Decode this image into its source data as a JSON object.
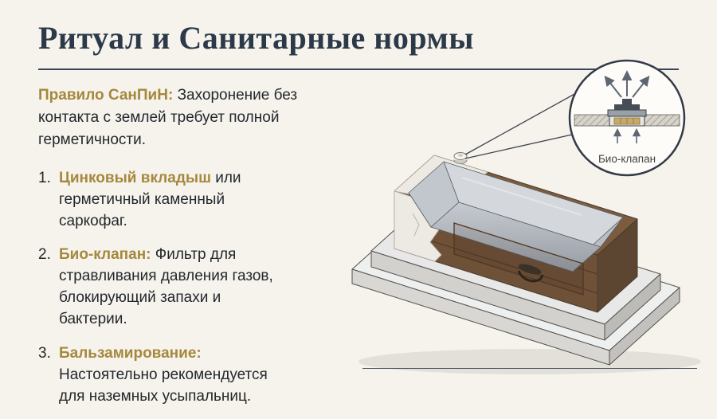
{
  "header": {
    "title": "Ритуал и Санитарные нормы"
  },
  "intro": {
    "lead": "Правило СанПиН:",
    "text": "Захоронение без контакта с землей требует полной герметичности."
  },
  "list": {
    "items": [
      {
        "num": "1.",
        "lead": "Цинковый вкладыш",
        "text": "или герметичный каменный саркофаг."
      },
      {
        "num": "2.",
        "lead": "Био-клапан:",
        "text": "Фильтр для стравливания давления газов, блокирующий запахи и бактерии."
      },
      {
        "num": "3.",
        "lead": "Бальзамирование:",
        "text": "Настоятельно рекомендуется для наземных усыпальниц."
      }
    ]
  },
  "illustration": {
    "callout_label": "Био-клапан"
  },
  "colors": {
    "background": "#f6f3ec",
    "title": "#2b3949",
    "accent": "#a5883e",
    "body_text": "#23282e",
    "divider": "#39455a"
  }
}
